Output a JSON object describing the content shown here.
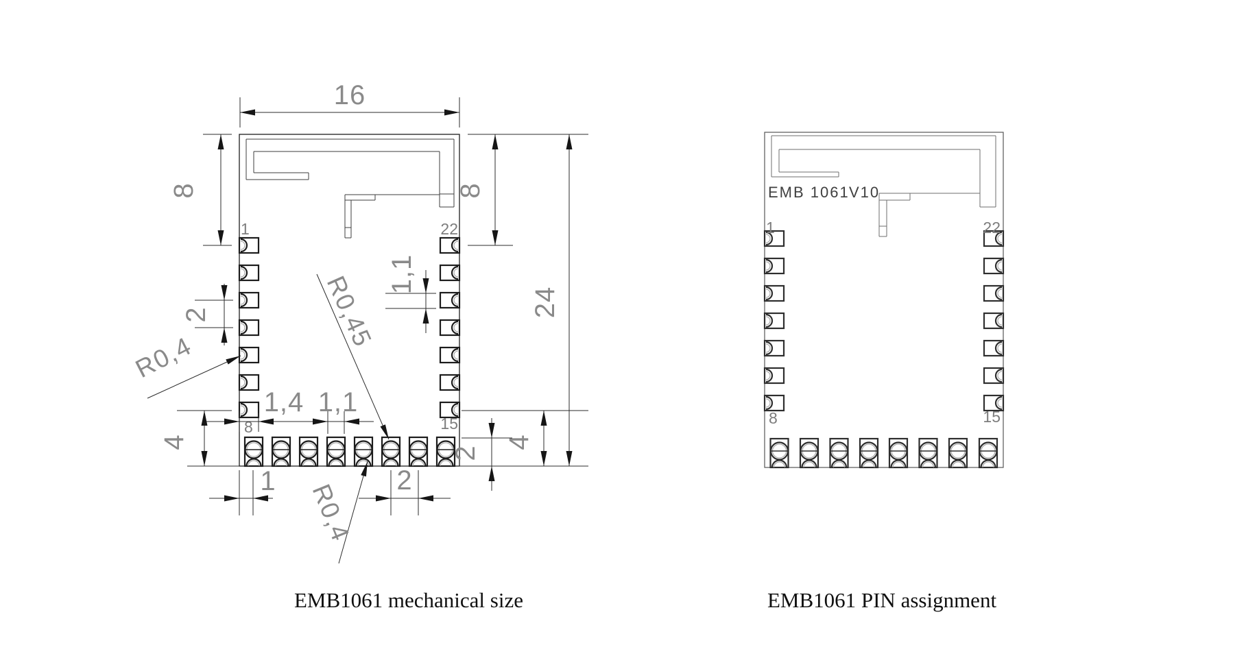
{
  "page": {
    "background": "#ffffff",
    "colors": {
      "drawing_line": "#1c1c1c",
      "right_drawing_line": "#555555",
      "dimension_text": "#8a8a8a",
      "pin_label_text": "#7d7d7d",
      "silkscreen_text": "#3f3f3f",
      "caption_text": "#101010"
    }
  },
  "left_drawing": {
    "caption": "EMB1061 mechanical size",
    "pin_labels": {
      "pin1": "1",
      "pin22": "22",
      "pin8": "8",
      "pin15": "15"
    },
    "dimensions": {
      "overall_width": "16",
      "overall_height": "24",
      "antenna_zone_left": "8",
      "antenna_zone_right": "8",
      "side_pin_pitch": "2",
      "side_pad_length": "1,4",
      "side_pad_width": "1,1",
      "bottom_pad_width": "1,1",
      "bottom_zone_left": "4",
      "bottom_zone_right": "4",
      "bottom_pad_height": "2",
      "edge_to_first_pin": "1",
      "bottom_pin_pitch": "2",
      "radius_side_notch": "R0,4",
      "radius_bottom_hole": "R0,45",
      "radius_bottom_notch": "R0,4"
    }
  },
  "right_drawing": {
    "caption": "EMB1061 PIN assignment",
    "silkscreen_model": "EMB 1061",
    "silkscreen_version": "V10",
    "pin_labels": {
      "pin1": "1",
      "pin22": "22",
      "pin8": "8",
      "pin15": "15"
    }
  }
}
